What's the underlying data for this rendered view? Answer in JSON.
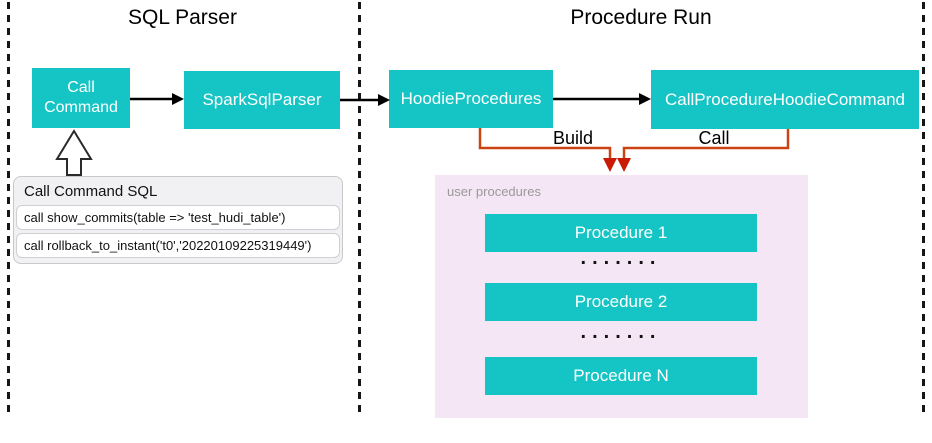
{
  "sections": [
    {
      "title": "SQL Parser"
    },
    {
      "title": "Procedure Run"
    }
  ],
  "nodes": {
    "call_command": "Call Command",
    "spark_sql_parser": "SparkSqlParser",
    "hoodie_procedures": "HoodieProcedures",
    "call_procedure_hoodie_command": "CallProcedureHoodieCommand"
  },
  "edges": {
    "build_label": "Build",
    "call_label": "Call"
  },
  "sql_panel": {
    "title": "Call Command SQL",
    "rows": [
      "call show_commits(table => 'test_hudi_table')",
      "call rollback_to_instant('t0','20220109225319449')"
    ]
  },
  "procedures_panel": {
    "label": "user procedures",
    "items": [
      "Procedure 1",
      "Procedure 2",
      "Procedure N"
    ],
    "ellipsis": "......."
  },
  "colors": {
    "node_teal": "#15c4c4",
    "connector_orange": "#cb4312",
    "arrowhead_red": "#c81a05",
    "panel_purple": "#f5e6f5",
    "label_gray": "#999999"
  }
}
